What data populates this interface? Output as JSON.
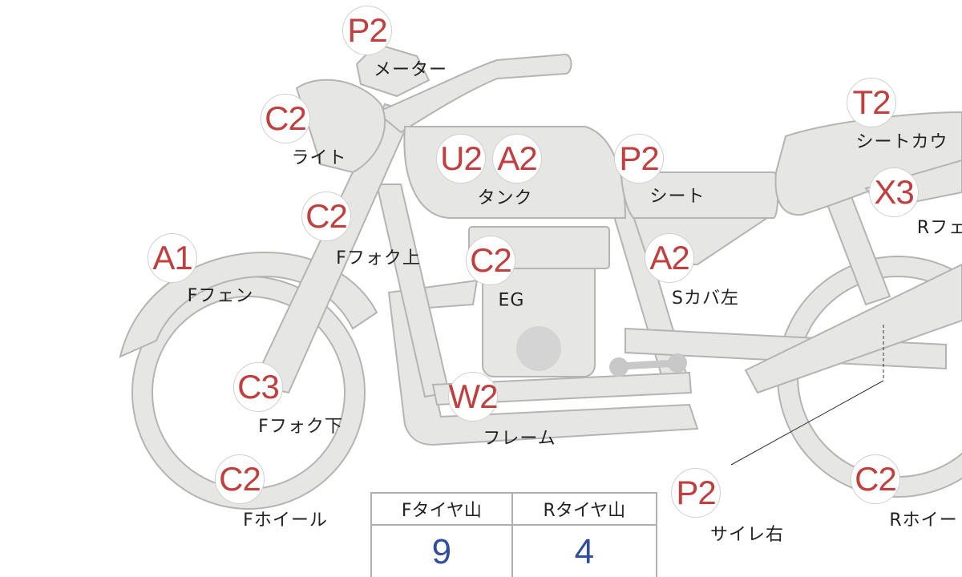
{
  "colors": {
    "badge_text": "#c0403f",
    "value_text": "#2f4e9e",
    "part_fill": "#e6e6e4"
  },
  "parts": [
    {
      "grade": "P2",
      "label": "メーター"
    },
    {
      "grade": "C2",
      "label": "ライト"
    },
    {
      "grade": "U2",
      "label": ""
    },
    {
      "grade": "A2",
      "label": "タンク"
    },
    {
      "grade": "P2",
      "label": "シート"
    },
    {
      "grade": "T2",
      "label": "シートカウ"
    },
    {
      "grade": "X3",
      "label": "Rフェ"
    },
    {
      "grade": "C2",
      "label": "Fフォク上"
    },
    {
      "grade": "A1",
      "label": "Fフェン"
    },
    {
      "grade": "C2",
      "label": "EG"
    },
    {
      "grade": "A2",
      "label": "Sカバ左"
    },
    {
      "grade": "C3",
      "label": "Fフォク下"
    },
    {
      "grade": "W2",
      "label": "フレーム"
    },
    {
      "grade": "C2",
      "label": "Fホイール"
    },
    {
      "grade": "P2",
      "label": "サイレ右"
    },
    {
      "grade": "C2",
      "label": "Rホイー"
    }
  ],
  "tyre_table": {
    "front_header": "Fタイヤ山",
    "rear_header": "Rタイヤ山",
    "front_value": "9",
    "rear_value": "4"
  }
}
